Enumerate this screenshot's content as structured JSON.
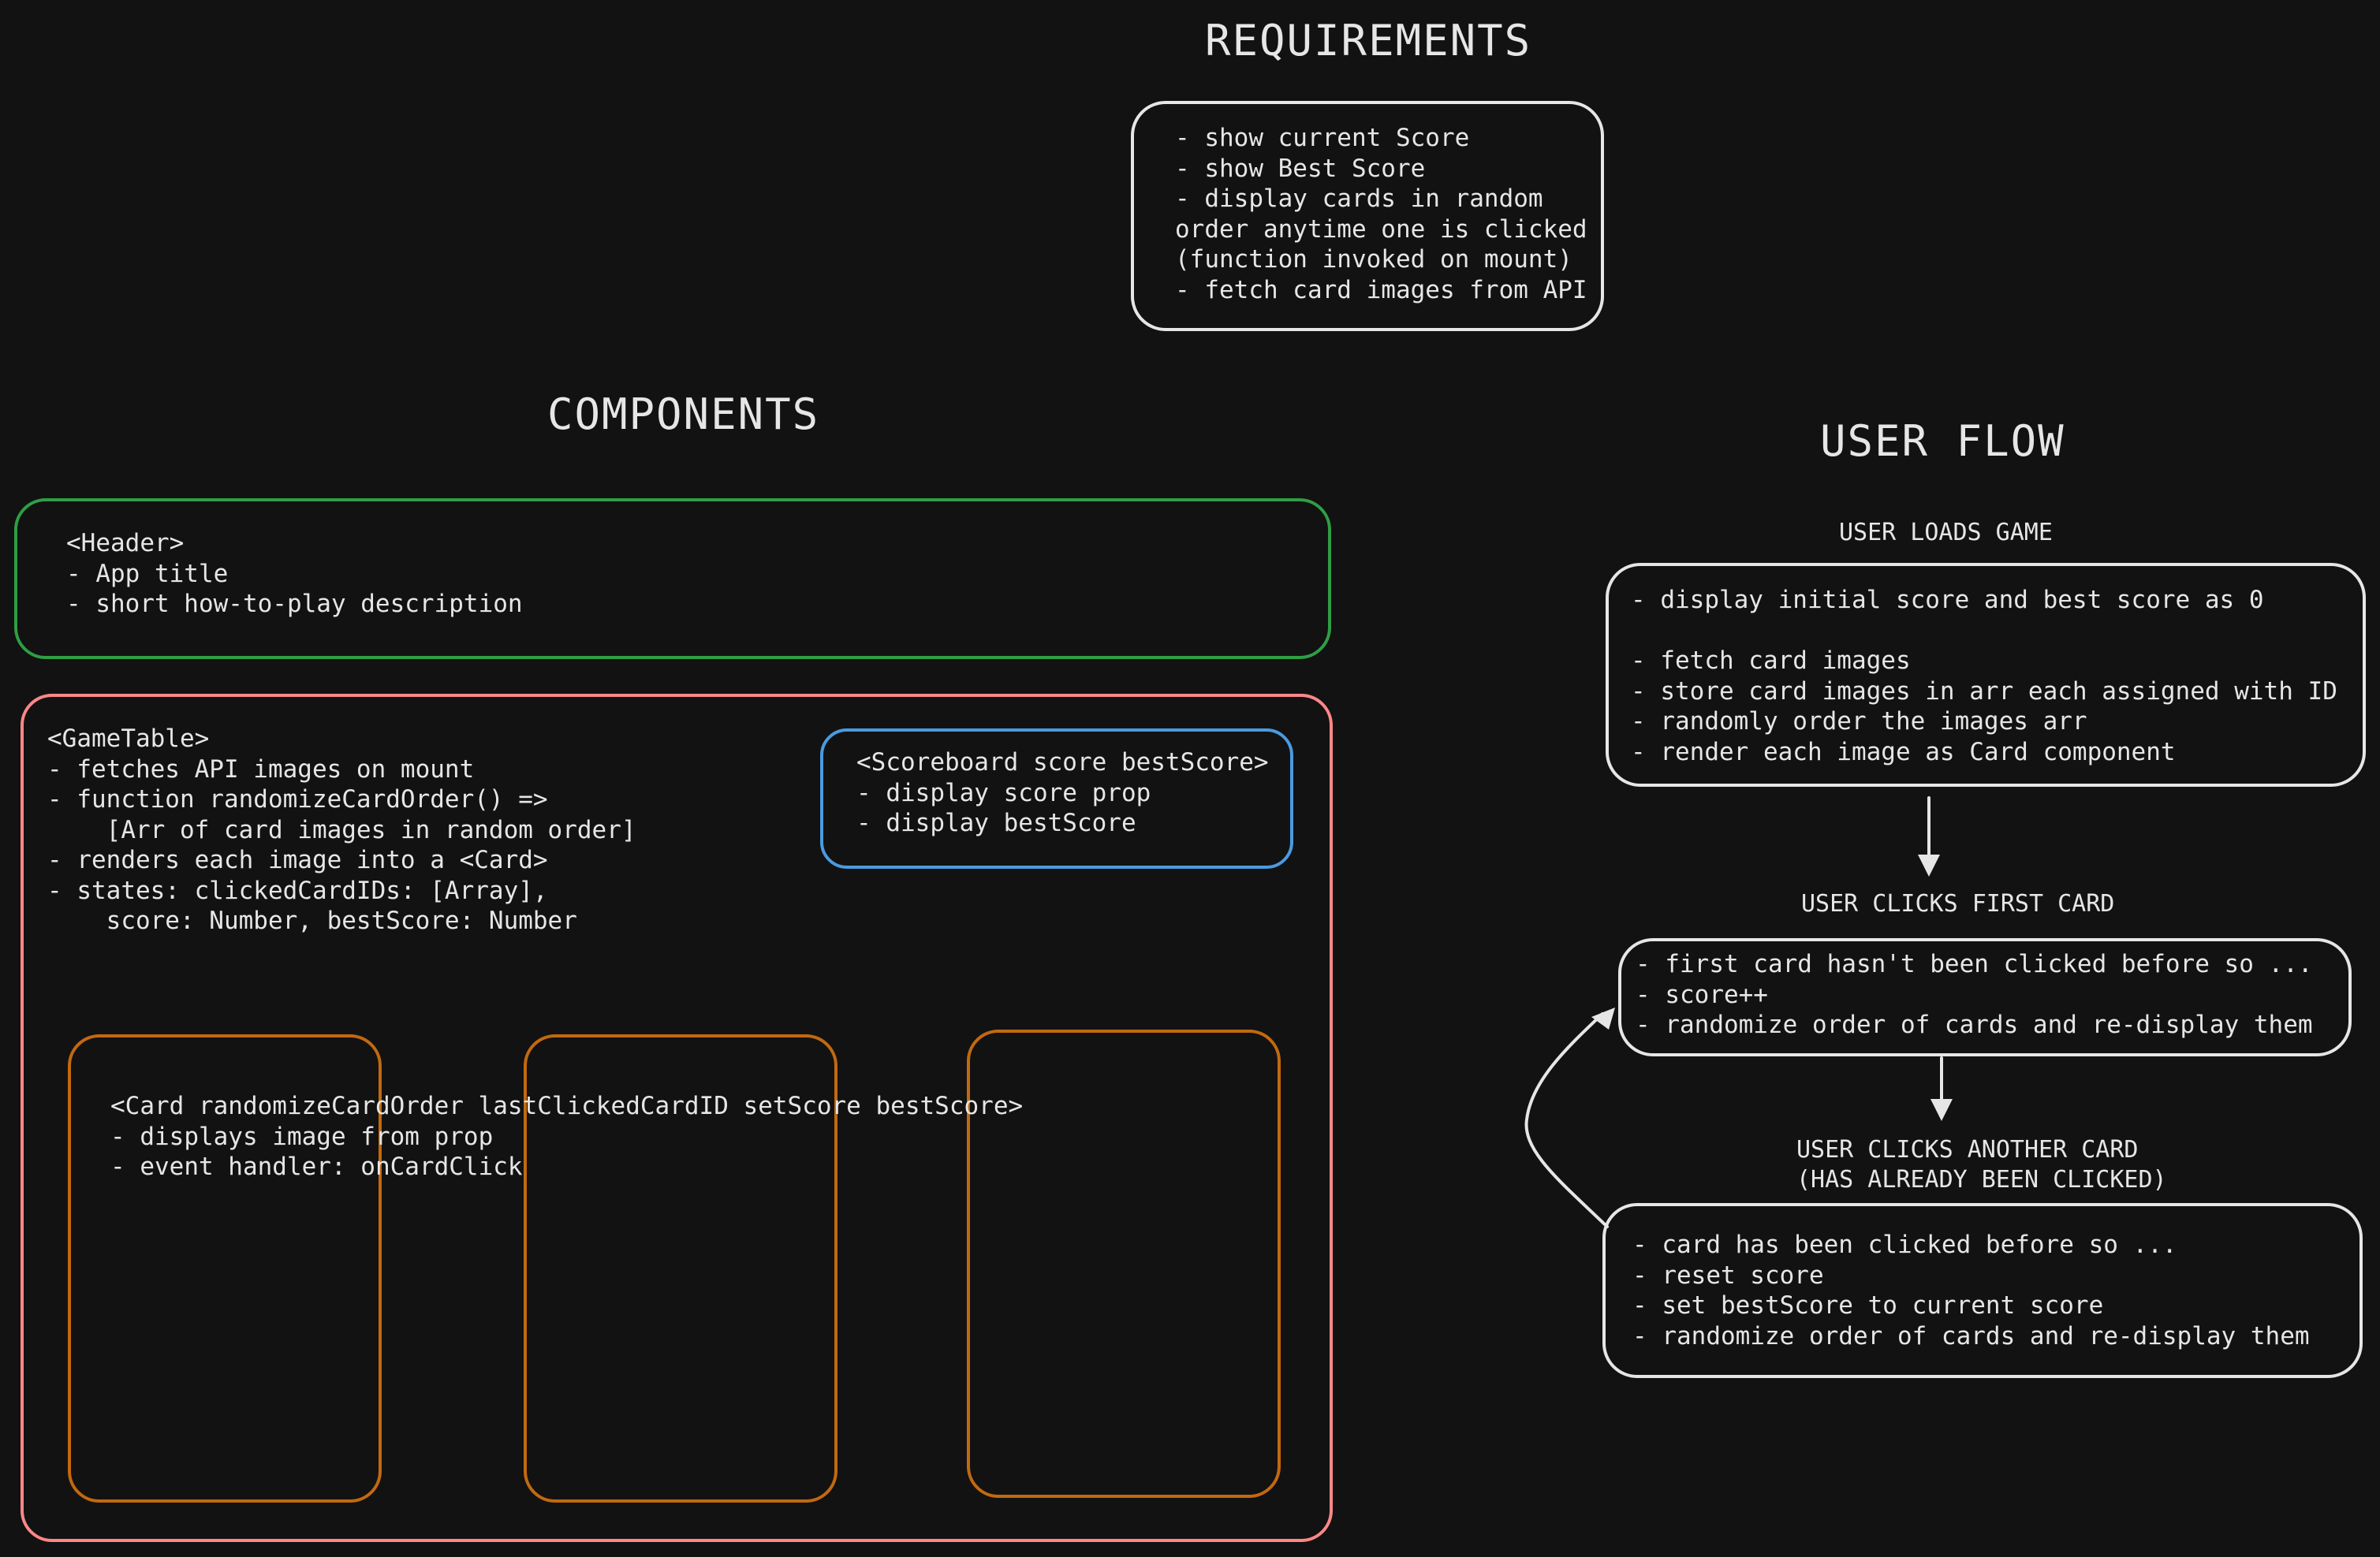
{
  "requirements": {
    "title": "REQUIREMENTS",
    "lines": [
      "- show current Score",
      "- show Best Score",
      "- display cards in random",
      "order anytime one is clicked",
      "(function invoked on mount)",
      "- fetch card images from API"
    ]
  },
  "components": {
    "title": "COMPONENTS",
    "header": {
      "lines": [
        "<Header>",
        "- App title",
        "- short how-to-play description"
      ]
    },
    "game_table": {
      "lines": [
        "<GameTable>",
        "- fetches API images on mount",
        "- function randomizeCardOrder() =>",
        "    [Arr of card images in random order]",
        "- renders each image into a <Card>",
        "- states: clickedCardIDs: [Array],",
        "    score: Number, bestScore: Number"
      ]
    },
    "scoreboard": {
      "lines": [
        "<Scoreboard score bestScore>",
        "- display score prop",
        "- display bestScore"
      ]
    },
    "card": {
      "lines": [
        "<Card randomizeCardOrder lastClickedCardID setScore bestScore>",
        "- displays image from prop",
        "- event handler: onCardClick"
      ]
    }
  },
  "user_flow": {
    "title": "USER FLOW",
    "step1": {
      "label": "USER LOADS GAME",
      "lines": [
        "- display initial score and best score as 0",
        "",
        "- fetch card images",
        "- store card images in arr each assigned with ID",
        "- randomly order the images arr",
        "- render each image as Card component"
      ]
    },
    "step2": {
      "label": "USER CLICKS FIRST CARD",
      "lines": [
        "- first card hasn't been clicked before so ...",
        "- score++",
        "- randomize order of cards and re-display them"
      ]
    },
    "step3": {
      "label_line1": "USER CLICKS ANOTHER CARD",
      "label_line2": "(HAS ALREADY BEEN CLICKED)",
      "lines": [
        "- card has been clicked before so ...",
        "- reset score",
        "- set bestScore to current score",
        "- randomize order of cards and re-display them"
      ]
    }
  },
  "colors": {
    "background": "#121212",
    "stroke": "#e6e6e6",
    "header_box": "#2f9e44",
    "game_table_box": "#ff8787",
    "scoreboard_box": "#4a9be0",
    "card_box": "#c2690f"
  }
}
